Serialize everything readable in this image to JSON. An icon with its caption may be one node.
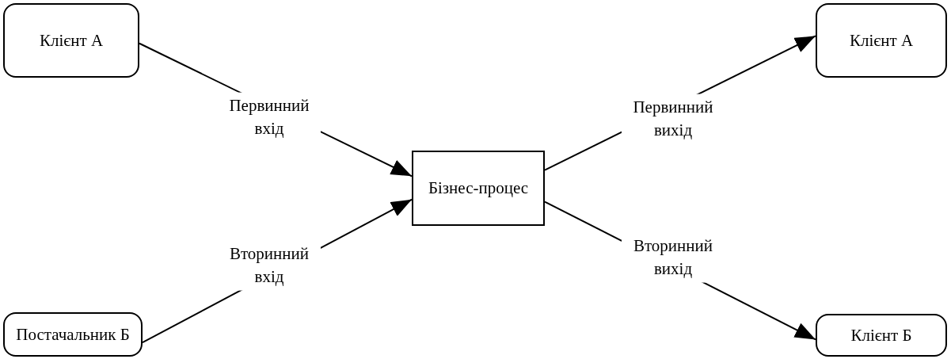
{
  "diagram": {
    "nodes": [
      {
        "text": [
          "Клієнт А"
        ]
      },
      {
        "text": [
          "Постачальник Б"
        ]
      },
      {
        "text": [
          "Бізнес-процес"
        ]
      },
      {
        "text": [
          "Клієнт А"
        ]
      },
      {
        "text": [
          "Клієнт Б"
        ]
      }
    ],
    "edges": [
      {
        "from": 0,
        "to": 2,
        "arrow": "to",
        "label": "Первинний вхід"
      },
      {
        "from": 1,
        "to": 2,
        "arrow": "to",
        "label": "Вторинний вхід"
      },
      {
        "from": 2,
        "to": 3,
        "arrow": "to",
        "label": "Первинний вихід"
      },
      {
        "from": 2,
        "to": 4,
        "arrow": "to",
        "label": "Вторинний вихід"
      }
    ]
  }
}
